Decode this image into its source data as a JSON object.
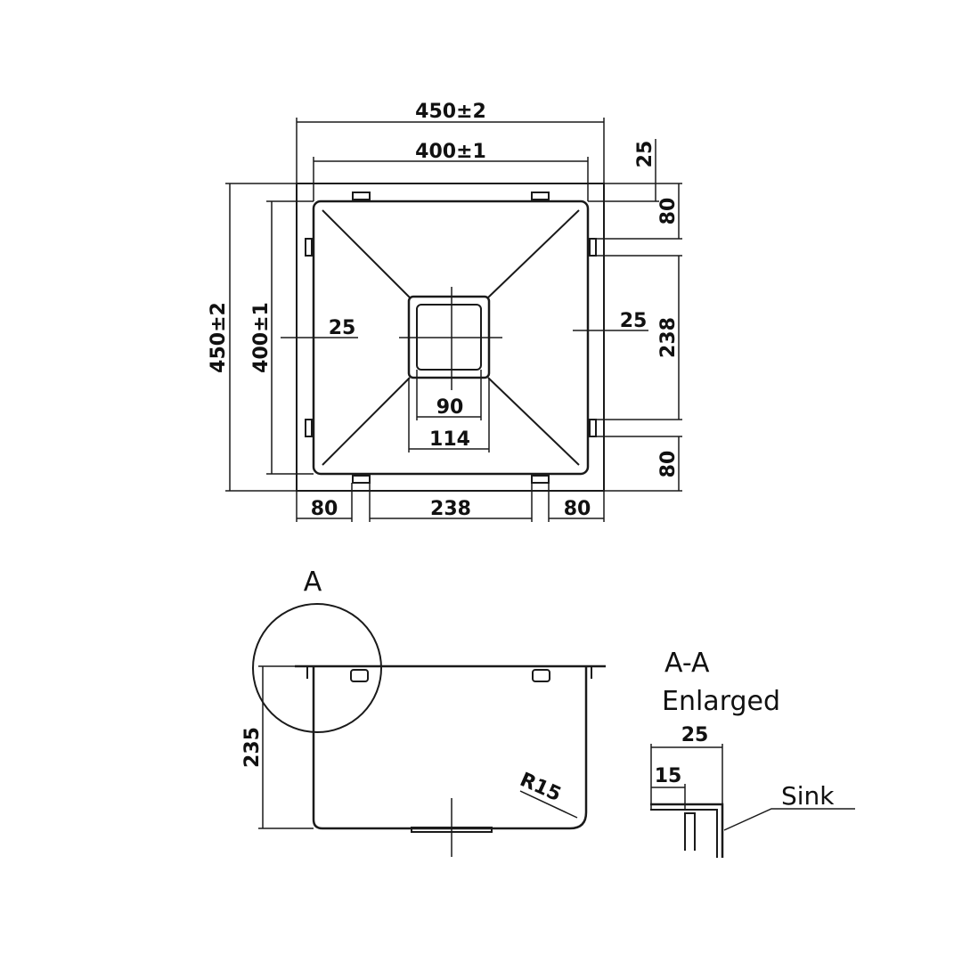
{
  "dimensions": {
    "outer_width": "450±2",
    "inner_width": "400±1",
    "outer_height": "450±2",
    "inner_height": "400±1",
    "left_inset": "25",
    "right_inset": "25",
    "drain_inner": "90",
    "drain_outer": "114",
    "bottom_left": "80",
    "bottom_center": "238",
    "bottom_right": "80",
    "right_top_inset": "25",
    "right_top": "80",
    "right_center": "238",
    "right_bottom": "80",
    "side_depth": "235",
    "corner_radius": "R15",
    "detail_total": "25",
    "detail_inner": "15"
  },
  "labels": {
    "detail_circle": "A",
    "section_title": "A-A",
    "section_subtitle": "Enlarged",
    "sink_label": "Sink"
  }
}
